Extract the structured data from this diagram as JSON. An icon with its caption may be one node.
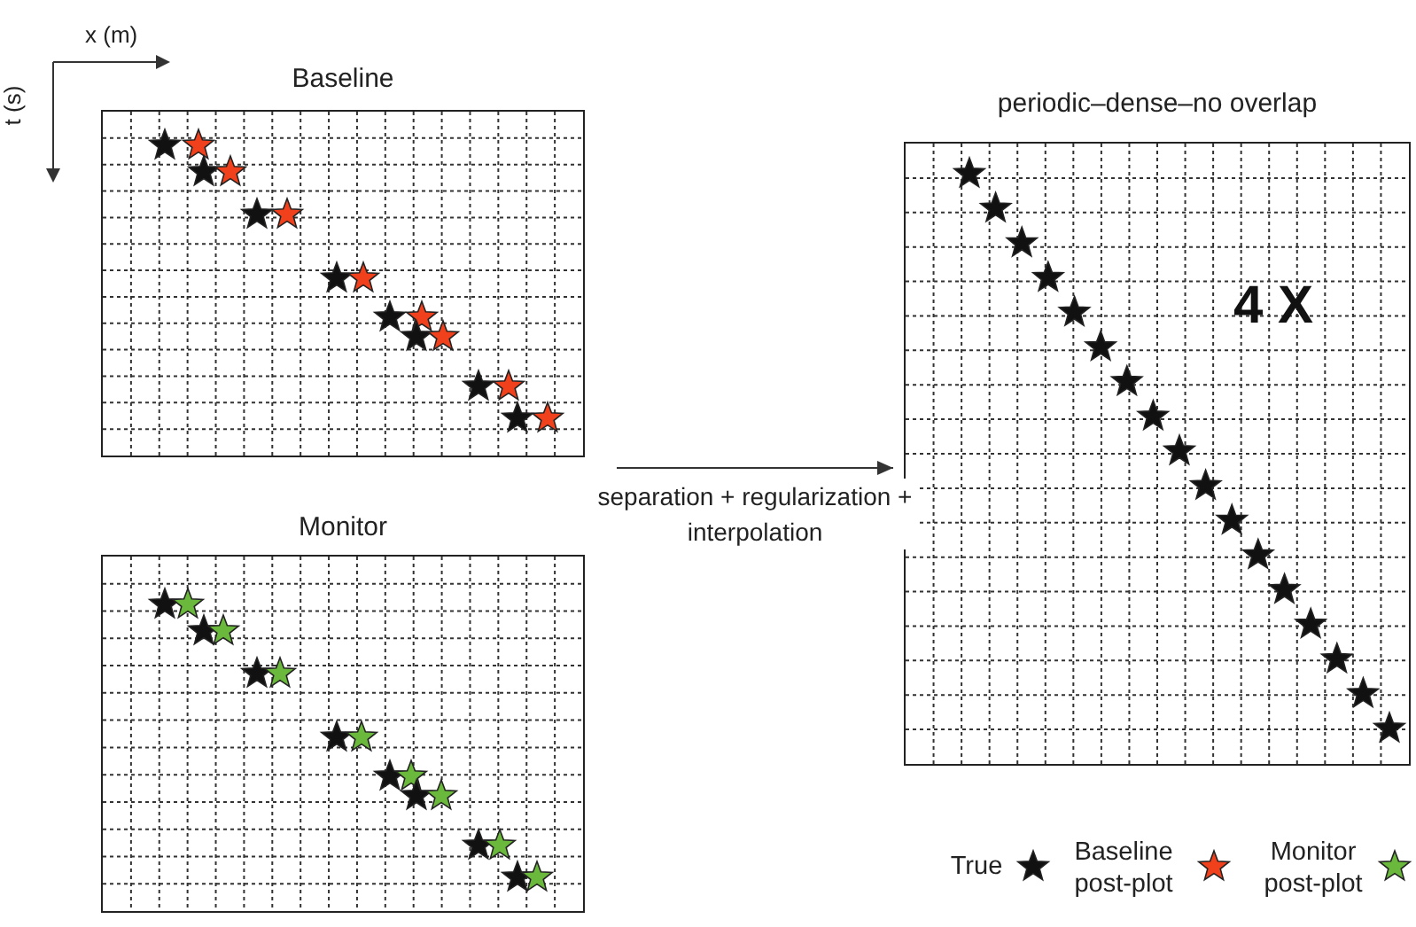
{
  "diagram": {
    "nodes": [
      {
        "text": [
          "Baseline"
        ]
      },
      {
        "text": [
          "Monitor"
        ]
      },
      {
        "text": [
          "periodic–dense–no overlap",
          "4 X"
        ]
      }
    ],
    "edges": [
      {
        "from": null,
        "to": 2,
        "arrow": "to",
        "label": "separation + regularization + interpolation"
      }
    ],
    "labels": [
      "x (m)",
      "t (s)"
    ],
    "legend": [
      {
        "text": "True"
      },
      {
        "text": "Baseline post-plot"
      },
      {
        "text": "Monitor post-plot"
      }
    ]
  }
}
